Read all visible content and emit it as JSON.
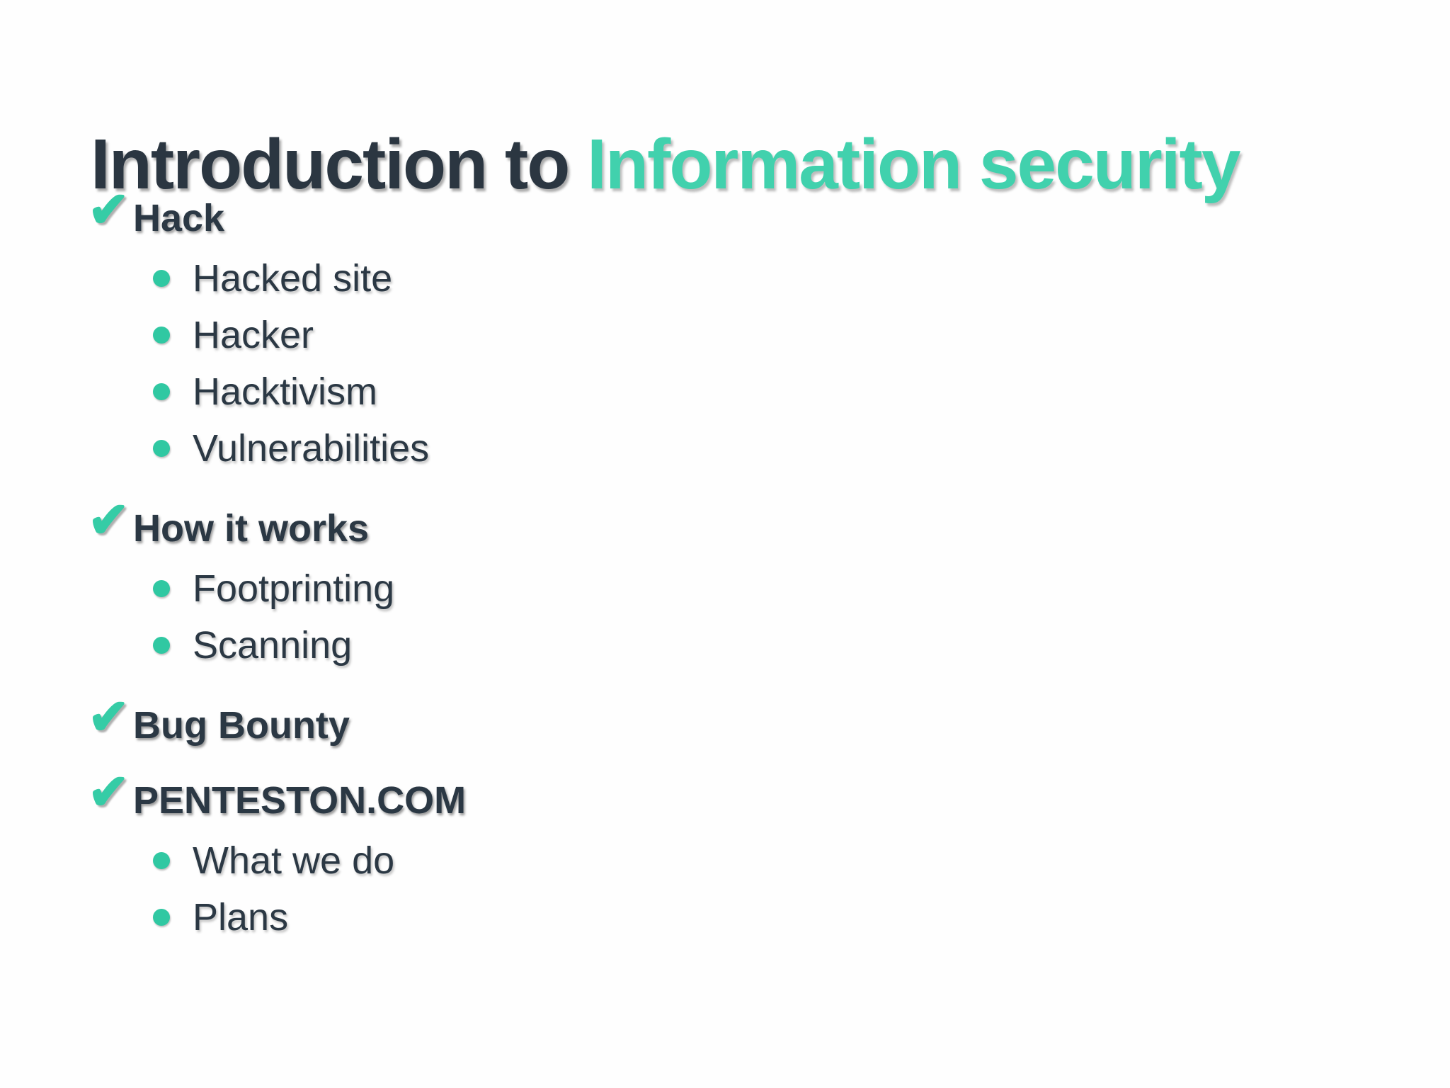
{
  "slide": {
    "title": {
      "prefix": "Introduction to ",
      "highlight": "Information security"
    },
    "outline": {
      "sections": [
        {
          "label": "Hack",
          "items": [
            "Hacked site",
            "Hacker",
            "Hacktivism",
            "Vulnerabilities"
          ]
        },
        {
          "label": "How it works",
          "items": [
            "Footprinting",
            "Scanning"
          ]
        },
        {
          "label": "Bug Bounty",
          "items": []
        },
        {
          "label": "PENTESTON.COM",
          "items": [
            "What we do",
            "Plans"
          ]
        }
      ]
    },
    "icons": {
      "section_marker": "check-icon",
      "sub_marker": "bullet-dot-icon",
      "check_glyph": "✔"
    },
    "colors": {
      "accent_teal": "#35cca6",
      "title_teal": "#41d1ad",
      "text_dark": "#2b3844",
      "background": "#fefefe"
    }
  }
}
